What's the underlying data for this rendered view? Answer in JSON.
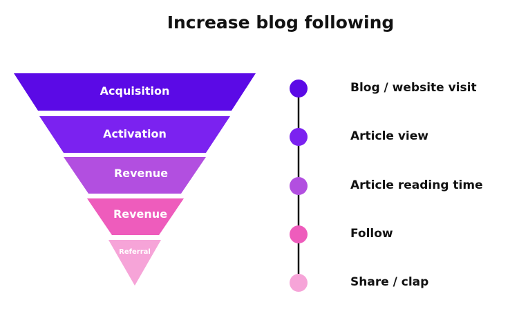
{
  "title": "Increase blog following",
  "funnel": {
    "stages": [
      {
        "label": "Acquisition",
        "color": "#5b0ae6"
      },
      {
        "label": "Activation",
        "color": "#7b22f0"
      },
      {
        "label": "Revenue",
        "color": "#b24fe0"
      },
      {
        "label": "Revenue",
        "color": "#ee5cbc"
      },
      {
        "label": "Referral",
        "color": "#f6a4d8"
      }
    ]
  },
  "timeline": {
    "line_color": "#111111",
    "steps": [
      {
        "label": "Blog / website visit",
        "color": "#5b0ae6"
      },
      {
        "label": "Article view",
        "color": "#7b22f0"
      },
      {
        "label": "Article reading time",
        "color": "#b24fe0"
      },
      {
        "label": "Follow",
        "color": "#ee5cbc"
      },
      {
        "label": "Share / clap",
        "color": "#f6a4d8"
      }
    ]
  }
}
